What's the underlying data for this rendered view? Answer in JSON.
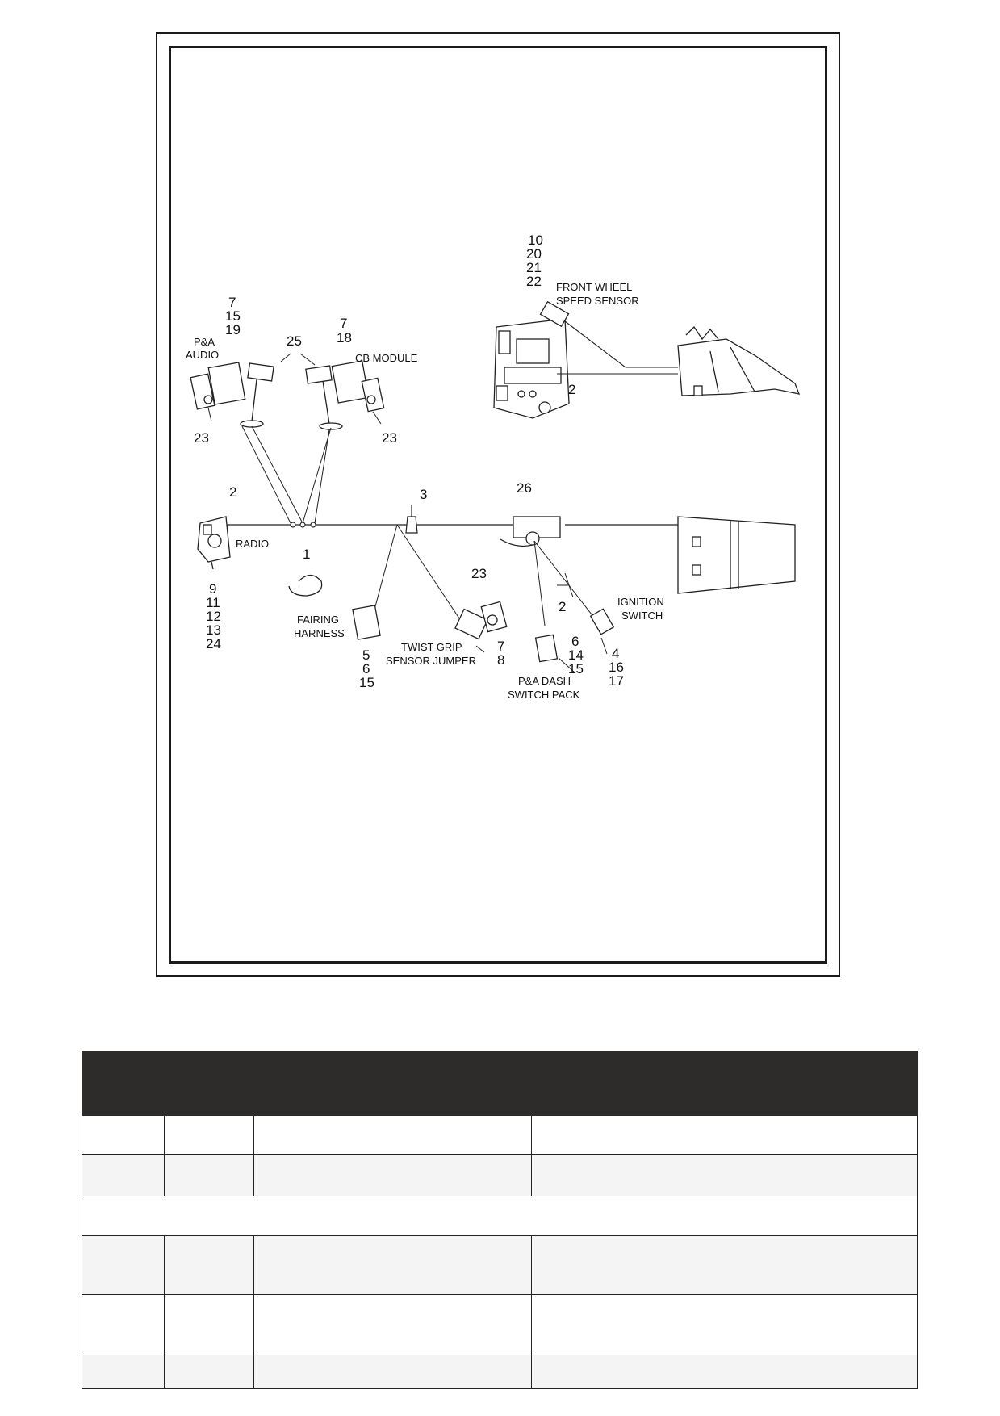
{
  "diagram": {
    "labels": {
      "fw_speed_sensor": [
        "FRONT WHEEL",
        "SPEED SENSOR"
      ],
      "pa_audio": [
        "P&A",
        "AUDIO"
      ],
      "cb_module": "CB MODULE",
      "radio": "RADIO",
      "fairing_harness": [
        "FAIRING",
        "HARNESS"
      ],
      "twist_grip": [
        "TWIST GRIP",
        "SENSOR JUMPER"
      ],
      "pa_dash": [
        "P&A DASH",
        "SWITCH PACK"
      ],
      "ignition_switch": [
        "IGNITION",
        "SWITCH"
      ]
    },
    "callouts": {
      "fw_stack": [
        "10",
        "20",
        "21",
        "22"
      ],
      "fw_2": "2",
      "pa_audio_stack": [
        "7",
        "15",
        "19"
      ],
      "c25": "25",
      "cb_stack": [
        "7",
        "18"
      ],
      "c23_left": "23",
      "c23_right": "23",
      "c2_radio": "2",
      "c3": "3",
      "c26": "26",
      "c1": "1",
      "radio_stack": [
        "9",
        "11",
        "12",
        "13",
        "24"
      ],
      "fairing_stack": [
        "5",
        "6",
        "15"
      ],
      "c23_twist": "23",
      "twist_stack": [
        "7",
        "8"
      ],
      "c2_mid": "2",
      "dash_stack": [
        "6",
        "14",
        "15"
      ],
      "ign_stack": [
        "4",
        "16",
        "17"
      ]
    }
  },
  "parts_table": {
    "header": [
      "",
      "",
      "",
      ""
    ],
    "rows": [
      [
        "",
        "",
        "",
        ""
      ],
      [
        "",
        "",
        "",
        ""
      ],
      [
        ""
      ],
      [
        "",
        "",
        "",
        ""
      ],
      [
        "",
        "",
        "",
        ""
      ],
      [
        "",
        "",
        "",
        ""
      ]
    ]
  }
}
